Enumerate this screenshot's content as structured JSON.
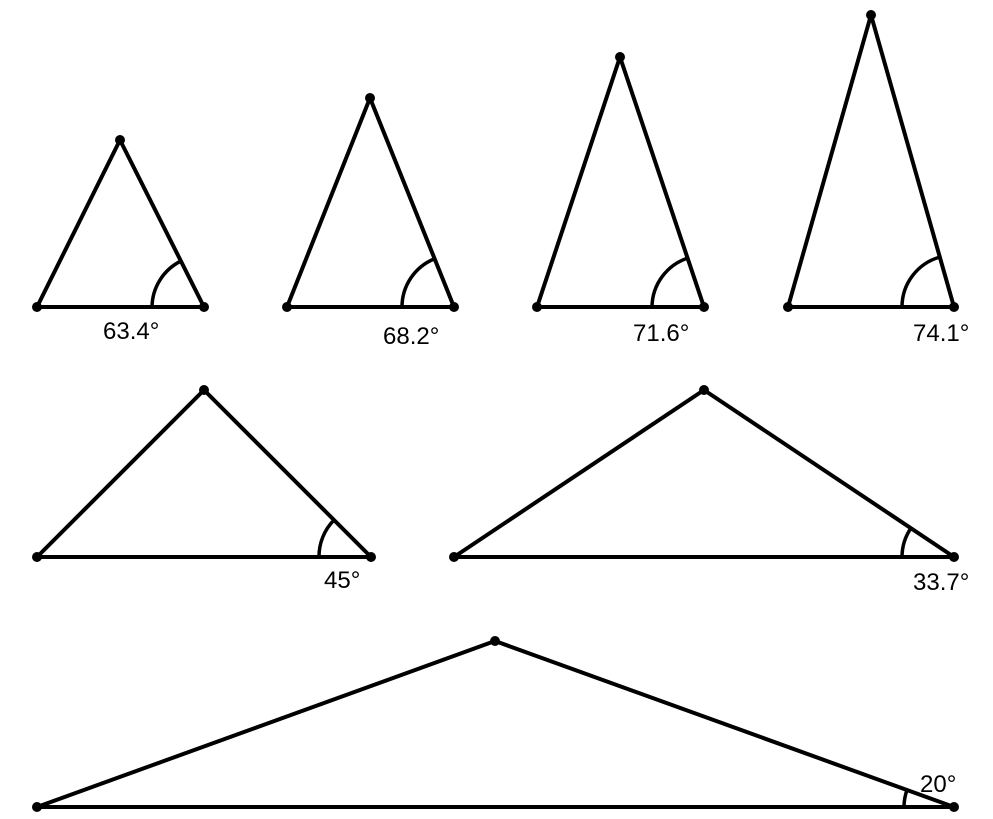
{
  "diagram": {
    "triangles": [
      {
        "angle_label": "63.4°"
      },
      {
        "angle_label": "68.2°"
      },
      {
        "angle_label": "71.6°"
      },
      {
        "angle_label": "74.1°"
      },
      {
        "angle_label": "45°"
      },
      {
        "angle_label": "33.7°"
      },
      {
        "angle_label": "20°"
      }
    ]
  }
}
